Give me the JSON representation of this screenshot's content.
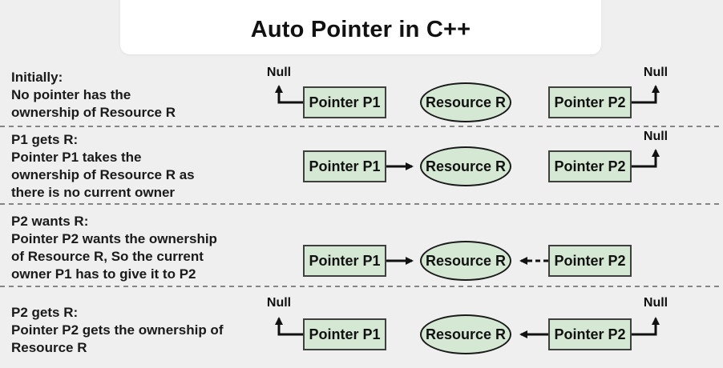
{
  "title": "Auto Pointer in C++",
  "node_labels": {
    "p1": "Pointer P1",
    "p2": "Pointer P2",
    "resource": "Resource R",
    "null_label": "Null"
  },
  "colors": {
    "background": "#efefef",
    "title_panel": "#ffffff",
    "node_fill": "#d5e8d4",
    "node_border": "#3f3f3f",
    "ellipse_border": "#1a1a1a",
    "arrow": "#111111",
    "separator": "#858585",
    "text": "#1a1a1a"
  },
  "rows": [
    {
      "name": "initially",
      "lines": [
        "Initially:",
        "No pointer has the",
        "ownership of Resource R"
      ],
      "p1_points_to": "Null",
      "p2_points_to": "Null",
      "p1_arrow_style": "solid-elbow-up",
      "p2_arrow_style": "solid-elbow-up"
    },
    {
      "name": "p1-gets-r",
      "lines": [
        "P1 gets R:",
        "Pointer P1 takes the",
        "ownership of Resource R as",
        "there is no current owner"
      ],
      "p1_points_to": "Resource R",
      "p2_points_to": "Null",
      "p1_arrow_style": "solid",
      "p2_arrow_style": "solid-elbow-up"
    },
    {
      "name": "p2-wants-r",
      "lines": [
        "P2 wants R:",
        "Pointer P2 wants the ownership",
        "of Resource R, So the current",
        "owner P1 has to give it to P2"
      ],
      "p1_points_to": "Resource R",
      "p2_points_to": "Resource R",
      "p1_arrow_style": "solid",
      "p2_arrow_style": "dashed"
    },
    {
      "name": "p2-gets-r",
      "lines": [
        "P2 gets R:",
        "Pointer P2 gets the ownership of",
        "Resource R"
      ],
      "p1_points_to": "Null",
      "p2_points_to": "Resource R",
      "p1_arrow_style": "solid-elbow-up",
      "p2_arrow_style": "solid",
      "p2_also_points_to": "Null"
    }
  ]
}
